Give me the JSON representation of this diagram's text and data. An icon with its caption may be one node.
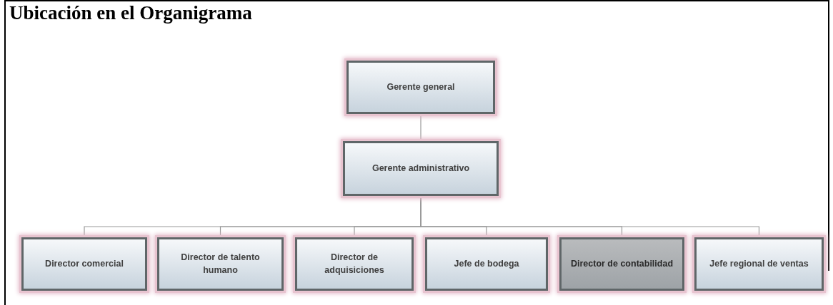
{
  "diagram": {
    "title": "Ubicación en el Organigrama",
    "nodes": [
      {
        "text": [
          "Gerente general"
        ]
      },
      {
        "text": [
          "Gerente administrativo"
        ]
      },
      {
        "text": [
          "Director comercial"
        ]
      },
      {
        "text": [
          "Director de talento humano"
        ]
      },
      {
        "text": [
          "Director de adquisiciones"
        ]
      },
      {
        "text": [
          "Jefe de bodega"
        ]
      },
      {
        "text": [
          "Director de contabilidad"
        ]
      },
      {
        "text": [
          "Jefe regional de ventas"
        ]
      }
    ],
    "edges": [
      {
        "from": 0,
        "to": 1,
        "arrow": "none"
      },
      {
        "from": 1,
        "to": 2,
        "arrow": "none"
      },
      {
        "from": 1,
        "to": 3,
        "arrow": "none"
      },
      {
        "from": 1,
        "to": 4,
        "arrow": "none"
      },
      {
        "from": 1,
        "to": 5,
        "arrow": "none"
      },
      {
        "from": 1,
        "to": 6,
        "arrow": "none"
      },
      {
        "from": 1,
        "to": 7,
        "arrow": "none"
      }
    ]
  }
}
